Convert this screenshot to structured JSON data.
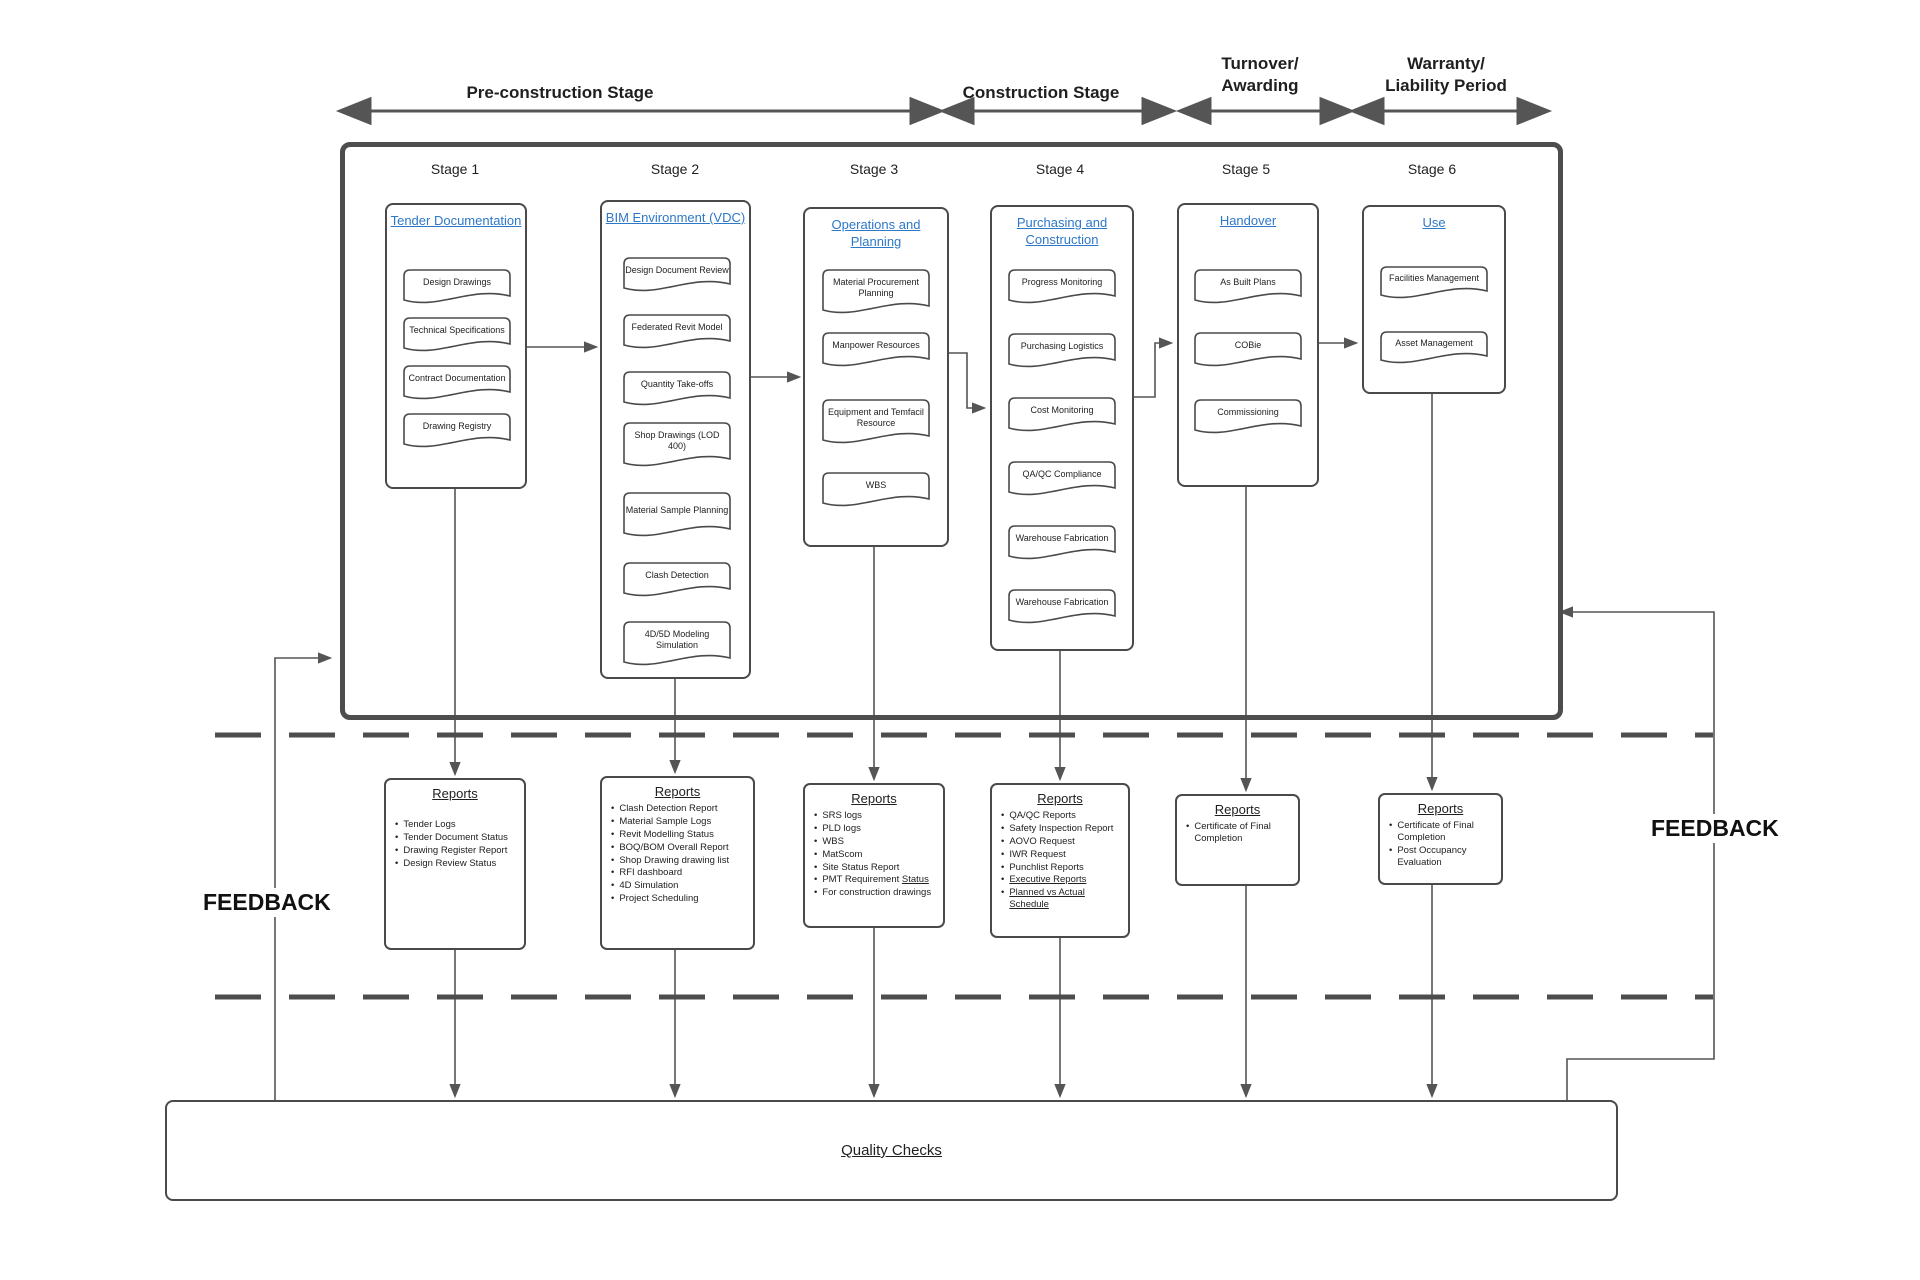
{
  "phases": [
    {
      "label": "Pre-construction Stage"
    },
    {
      "label": "Construction Stage"
    },
    {
      "label": "Turnover/\nAwarding"
    },
    {
      "label": "Warranty/\nLiability Period"
    }
  ],
  "stages": [
    {
      "label": "Stage 1",
      "title": "Tender Documentation",
      "items": [
        "Design Drawings",
        "Technical Specifications",
        "Contract Documentation",
        "Drawing Registry"
      ]
    },
    {
      "label": "Stage 2",
      "title": "BIM Environment (VDC)",
      "items": [
        "Design Document Review",
        "Federated Revit Model",
        "Quantity Take-offs",
        "Shop Drawings (LOD 400)",
        "Material Sample Planning",
        "Clash Detection",
        "4D/5D Modeling Simulation"
      ]
    },
    {
      "label": "Stage 3",
      "title": "Operations and Planning",
      "items": [
        "Material Procurement Planning",
        "Manpower Resources",
        "Equipment and Temfacil Resource",
        "WBS"
      ]
    },
    {
      "label": "Stage 4",
      "title": "Purchasing and Construction",
      "items": [
        "Progress Monitoring",
        "Purchasing Logistics",
        "Cost Monitoring",
        "QA/QC Compliance",
        "Warehouse Fabrication",
        "Warehouse Fabrication"
      ]
    },
    {
      "label": "Stage 5",
      "title": "Handover",
      "items": [
        "As Built Plans",
        "COBie",
        "Commissioning"
      ]
    },
    {
      "label": "Stage 6",
      "title": "Use",
      "items": [
        "Facilities Management",
        "Asset Management"
      ]
    }
  ],
  "reports": [
    {
      "title": "Reports",
      "items": [
        {
          "text": "Tender Logs"
        },
        {
          "text": "Tender Document Status"
        },
        {
          "text": "Drawing Register Report"
        },
        {
          "text": "Design Review Status"
        }
      ]
    },
    {
      "title": "Reports",
      "items": [
        {
          "text": "Clash Detection Report"
        },
        {
          "text": "Material Sample Logs"
        },
        {
          "text": "Revit Modelling Status"
        },
        {
          "text": "BOQ/BOM Overall Report"
        },
        {
          "text": "Shop Drawing drawing list"
        },
        {
          "text": "RFI dashboard"
        },
        {
          "text": "4D Simulation"
        },
        {
          "text": "Project Scheduling"
        }
      ]
    },
    {
      "title": "Reports",
      "items": [
        {
          "text": "SRS logs"
        },
        {
          "text": "PLD logs"
        },
        {
          "text": "WBS"
        },
        {
          "text": "MatScom"
        },
        {
          "text": "Site Status Report"
        },
        {
          "text": "PMT Requirement ",
          "underlined_suffix": "Status"
        },
        {
          "text": "For construction drawings"
        }
      ]
    },
    {
      "title": "Reports",
      "items": [
        {
          "text": "QA/QC Reports"
        },
        {
          "text": "Safety Inspection Report"
        },
        {
          "text": "AOVO Request"
        },
        {
          "text": "IWR Request"
        },
        {
          "text": "Punchlist Reports"
        },
        {
          "text": "Executive Reports",
          "underline": true
        },
        {
          "text": "Planned vs Actual Schedule",
          "underline": true
        }
      ]
    },
    {
      "title": "Reports",
      "items": [
        {
          "text": "Certificate of Final Completion"
        }
      ]
    },
    {
      "title": "Reports",
      "items": [
        {
          "text": "Certificate of Final Completion"
        },
        {
          "text": "Post Occupancy Evaluation"
        }
      ]
    }
  ],
  "feedback_left": "FEEDBACK",
  "feedback_right": "FEEDBACK",
  "quality_checks": "Quality Checks",
  "colors": {
    "accent_blue": "#2E78C8",
    "line_gray": "#555555",
    "dash_gray": "#4d4d4d",
    "border_gray": "#4a4a4a"
  }
}
